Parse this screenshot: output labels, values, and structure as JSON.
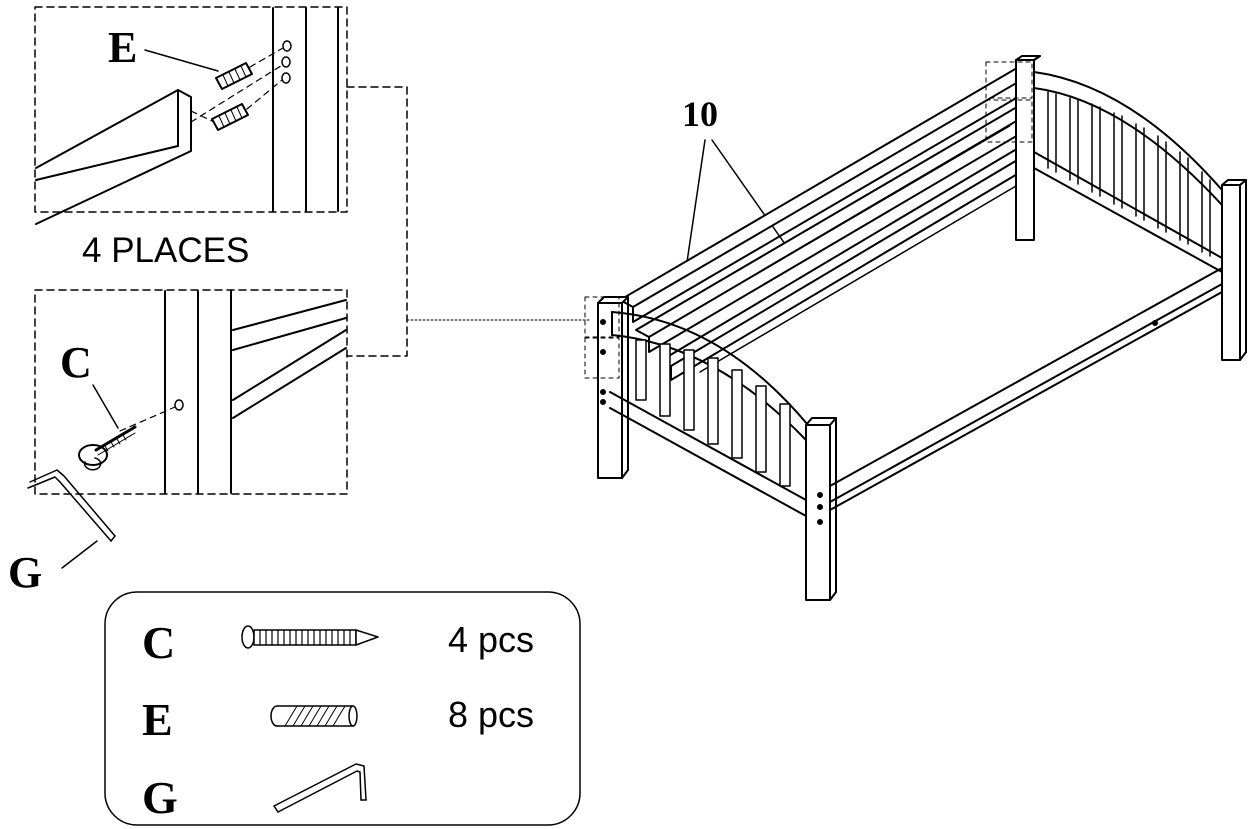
{
  "detail_top": {
    "part_label": "E",
    "caption": "4 PLACES"
  },
  "detail_bottom": {
    "part_label": "C",
    "tool_label": "G"
  },
  "assembly": {
    "part_number": "10"
  },
  "hardware": [
    {
      "letter": "C",
      "qty": "4 pcs",
      "icon": "screw-icon"
    },
    {
      "letter": "E",
      "qty": "8 pcs",
      "icon": "dowel-icon"
    },
    {
      "letter": "G",
      "qty": "",
      "icon": "allen-key-icon"
    }
  ],
  "colors": {
    "ink": "#000000",
    "paper": "#ffffff"
  }
}
